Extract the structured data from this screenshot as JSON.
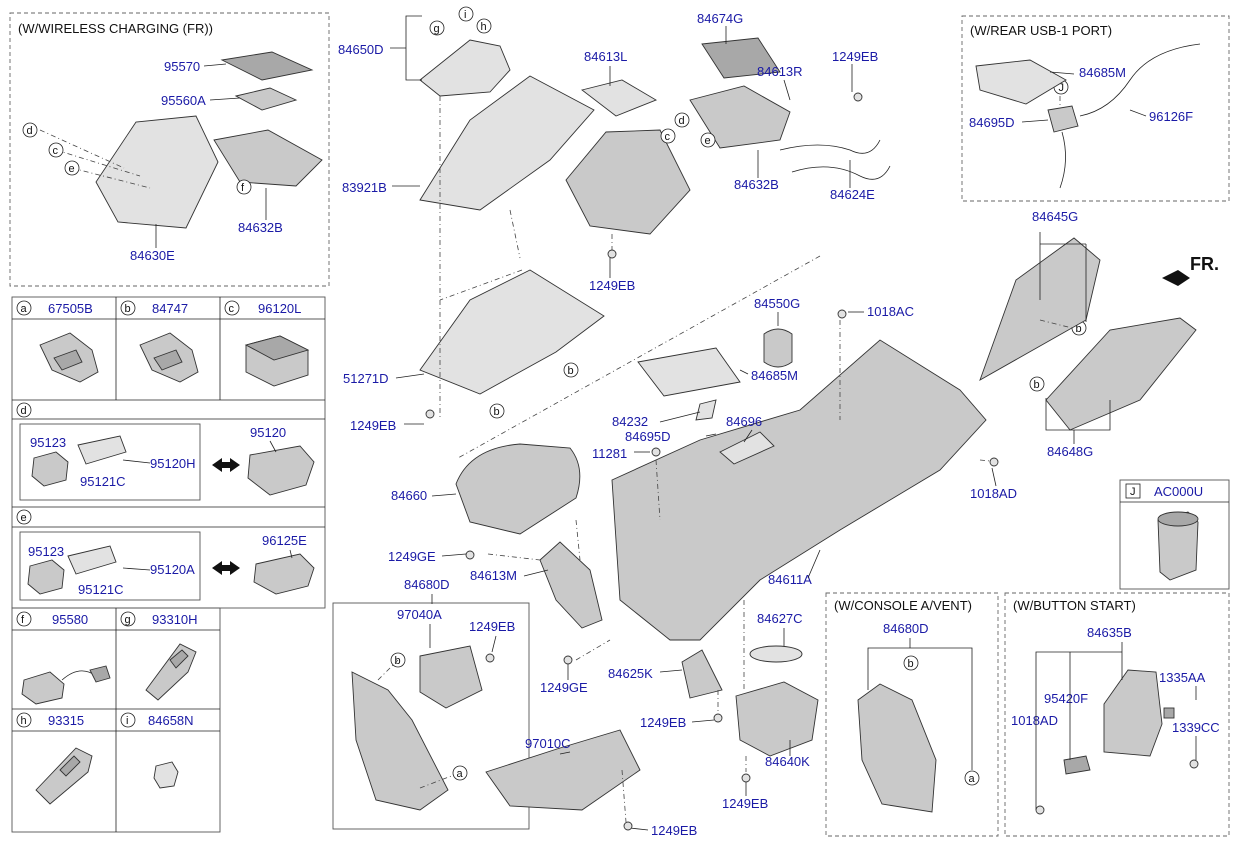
{
  "boxes": {
    "wireless_charging": "(W/WIRELESS CHARGING (FR))",
    "rear_usb": "(W/REAR USB-1 PORT)",
    "console_vent": "(W/CONSOLE A/VENT)",
    "button_start": "(W/BUTTON START)"
  },
  "front_marker": "FR.",
  "parts": {
    "p95570": "95570",
    "p95560A": "95560A",
    "p84630E": "84630E",
    "p84632B_w": "84632B",
    "p84650D": "84650D",
    "p83921B": "83921B",
    "p84613L": "84613L",
    "p84674G": "84674G",
    "p84613R": "84613R",
    "p1249EB_a": "1249EB",
    "p84632B": "84632B",
    "p84624E": "84624E",
    "p1249EB_b": "1249EB",
    "p84685M_u": "84685M",
    "p84695D_u": "84695D",
    "p96126F": "96126F",
    "p84645G": "84645G",
    "p84648G": "84648G",
    "p51271D": "51271D",
    "p1249EB_c": "1249EB",
    "p84550G": "84550G",
    "p1018AC": "1018AC",
    "p84685M": "84685M",
    "p84232": "84232",
    "p84696": "84696",
    "p84695D": "84695D",
    "p11281": "11281",
    "p1018AD": "1018AD",
    "p84660": "84660",
    "p1249GE_a": "1249GE",
    "p84613M": "84613M",
    "p84611A": "84611A",
    "p84680D": "84680D",
    "p97040A": "97040A",
    "p1249EB_d": "1249EB",
    "p1249GE_b": "1249GE",
    "p84625K": "84625K",
    "p84627C": "84627C",
    "p1249EB_e": "1249EB",
    "p84640K": "84640K",
    "p1249EB_f": "1249EB",
    "p97010C": "97010C",
    "p1249EB_g": "1249EB",
    "p84680D_v": "84680D",
    "p84635B": "84635B",
    "p95420F": "95420F",
    "p1335AA": "1335AA",
    "p1018AD_b": "1018AD",
    "p1339CC": "1339CC"
  },
  "legend": {
    "a": {
      "letter": "a",
      "part": "67505B"
    },
    "b": {
      "letter": "b",
      "part": "84747"
    },
    "c": {
      "letter": "c",
      "part": "96120L"
    },
    "d": {
      "letter": "d",
      "p1": "95123",
      "p2": "95121C",
      "p3": "95120H",
      "p4": "95120"
    },
    "e": {
      "letter": "e",
      "p1": "95123",
      "p2": "95121C",
      "p3": "95120A",
      "p4": "96125E"
    },
    "f": {
      "letter": "f",
      "part": "95580"
    },
    "g": {
      "letter": "g",
      "part": "93310H"
    },
    "h": {
      "letter": "h",
      "part": "93315"
    },
    "i": {
      "letter": "i",
      "part": "84658N"
    },
    "J": {
      "letter": "J",
      "part": "AC000U"
    }
  },
  "callouts": {
    "a": "a",
    "b": "b",
    "c": "c",
    "d": "d",
    "e": "e",
    "f": "f",
    "g": "g",
    "h": "h",
    "i": "i",
    "J": "J"
  }
}
